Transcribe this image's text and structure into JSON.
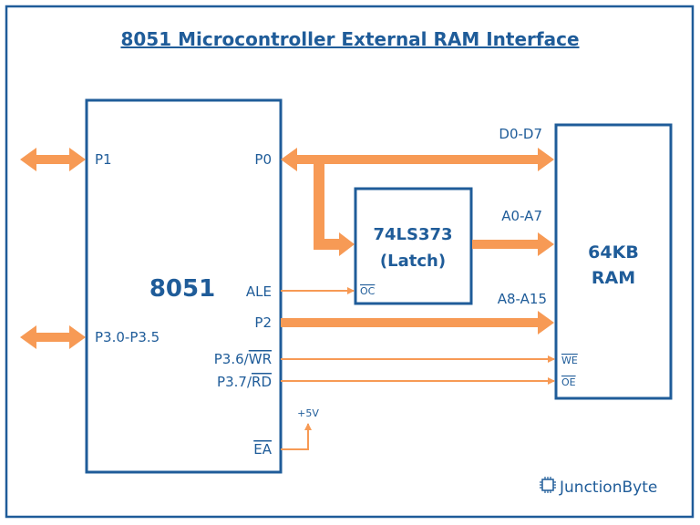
{
  "title": "8051 Microcontroller External RAM Interface",
  "mcu": {
    "name": "8051",
    "pins": {
      "p1": "P1",
      "p3_0_5": "P3.0-P3.5",
      "p0": "P0",
      "ale": "ALE",
      "p2": "P2",
      "p3_6_prefix": "P3.6/",
      "p3_6_bar": "WR",
      "p3_7_prefix": "P3.7/",
      "p3_7_bar": "RD",
      "ea": "EA"
    }
  },
  "latch": {
    "line1": "74LS373",
    "line2": "(Latch)",
    "oc": "OC"
  },
  "ram": {
    "line1": "64KB",
    "line2": "RAM",
    "we": "WE",
    "oe": "OE"
  },
  "buses": {
    "data": "D0-D7",
    "addr_low": "A0-A7",
    "addr_high": "A8-A15"
  },
  "power": "+5V",
  "brand": "JunctionByte",
  "colors": {
    "border": "#1f5c99",
    "arrow": "#f79a55",
    "text": "#1f5c99"
  },
  "icons": {
    "brand_logo": "chip-icon"
  }
}
